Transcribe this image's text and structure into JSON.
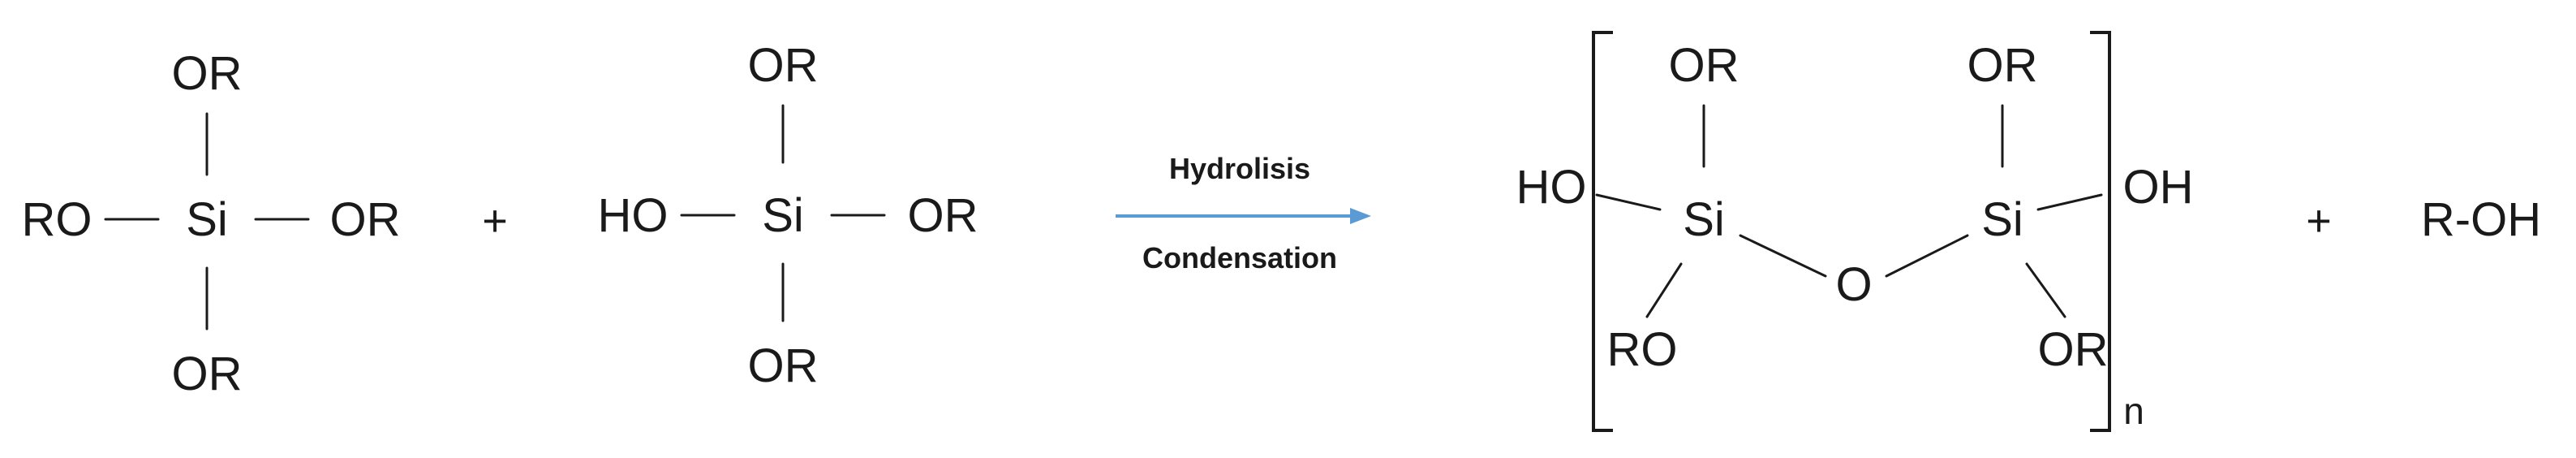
{
  "reactant1": {
    "center": "Si",
    "top": "OR",
    "left": "RO",
    "right": "OR",
    "bottom": "OR"
  },
  "plus1": "+",
  "reactant2": {
    "center": "Si",
    "top": "OR",
    "left": "HO",
    "right": "OR",
    "bottom": "OR"
  },
  "arrow": {
    "above": "Hydrolisis",
    "below": "Condensation",
    "color": "#5b9bd5"
  },
  "product": {
    "end_left": "HO",
    "si_left": "Si",
    "si_left_top": "OR",
    "si_left_bottom": "RO",
    "bridge": "O",
    "si_right": "Si",
    "si_right_top": "OR",
    "si_right_bottom": "OR",
    "end_right": "OH",
    "subscript": "n"
  },
  "plus2": "+",
  "byproduct": "R-OH"
}
